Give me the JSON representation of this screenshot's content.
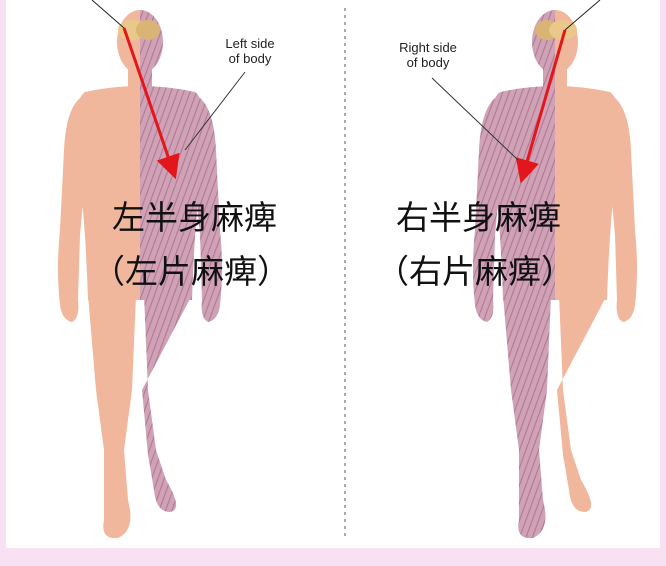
{
  "left_panel": {
    "callout": "Left side\nof body",
    "title": "左半身麻痺",
    "subtitle": "（左片麻痺）"
  },
  "right_panel": {
    "callout": "Right side\nof body",
    "title": "右半身麻痺",
    "subtitle": "（右片麻痺）"
  },
  "colors": {
    "skin": "#f0b79d",
    "paralysis_stripe": "#c98ea7",
    "arrow": "#e3161c",
    "brain": "#e9c88a",
    "border": "#f7e1f2"
  }
}
